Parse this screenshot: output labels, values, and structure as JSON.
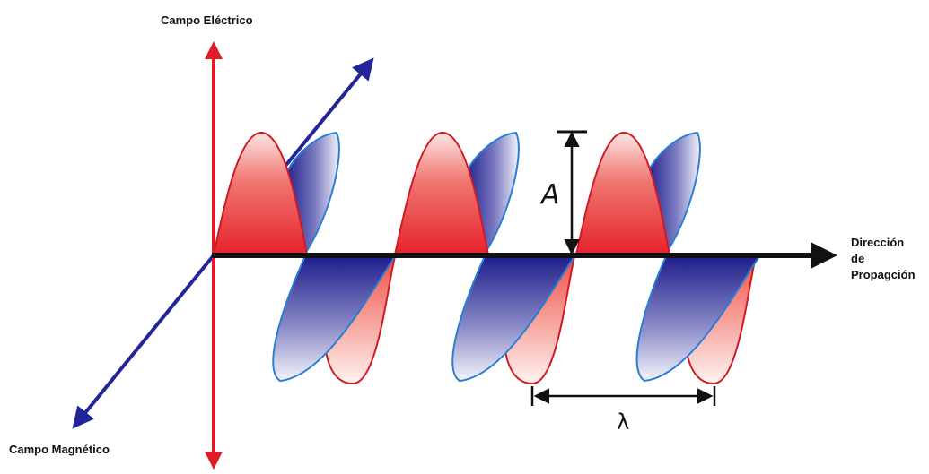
{
  "labels": {
    "electric_axis": "Campo Eléctrico",
    "magnetic_axis": "Campo Magnético",
    "propagation": [
      "Dirección",
      "de",
      "Propagción"
    ],
    "amplitude": "A",
    "wavelength": "λ"
  },
  "colors": {
    "electric": "#d8202a",
    "magnetic": "#23238f",
    "axis": "#111111"
  }
}
